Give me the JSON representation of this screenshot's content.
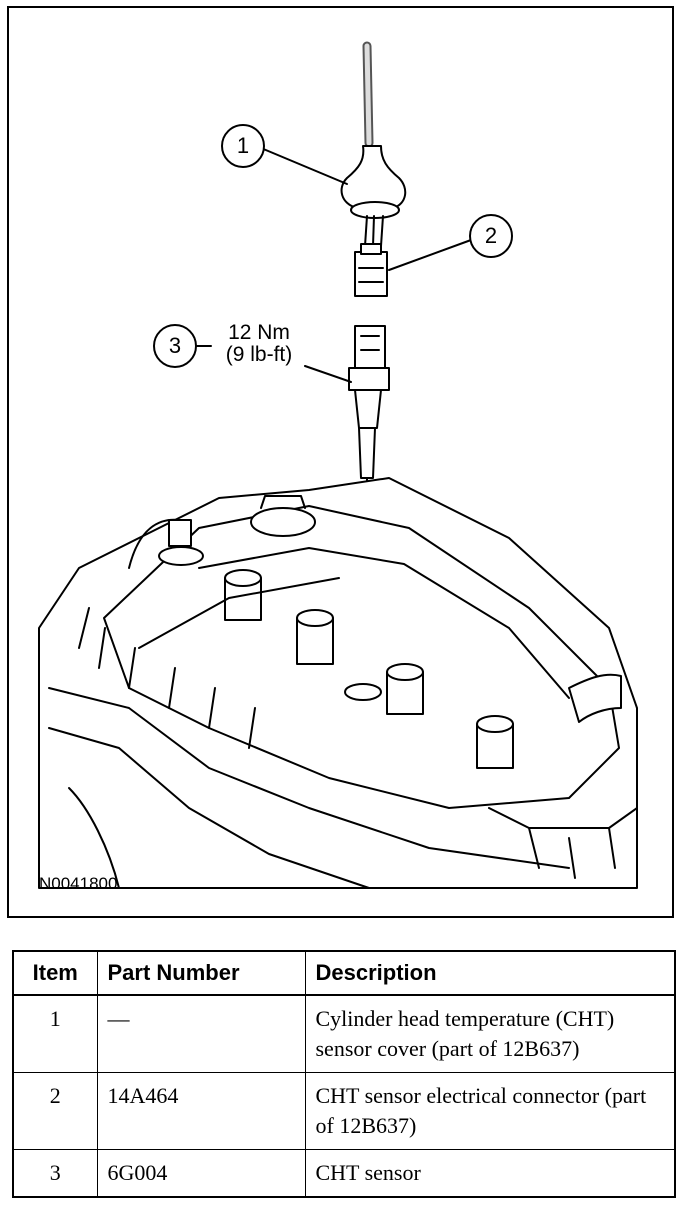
{
  "figure": {
    "code": "N0041800",
    "callouts": [
      {
        "number": "1"
      },
      {
        "number": "2"
      },
      {
        "number": "3",
        "torque_nm": "12 Nm",
        "torque_lbft": "(9 lb-ft)"
      }
    ]
  },
  "table": {
    "headers": {
      "item": "Item",
      "part_number": "Part Number",
      "description": "Description"
    },
    "rows": [
      {
        "item": "1",
        "part_number": "—",
        "description": "Cylinder head temperature (CHT) sensor cover (part of 12B637)"
      },
      {
        "item": "2",
        "part_number": "14A464",
        "description": "CHT sensor electrical connector (part of 12B637)"
      },
      {
        "item": "3",
        "part_number": "6G004",
        "description": "CHT sensor"
      }
    ]
  }
}
